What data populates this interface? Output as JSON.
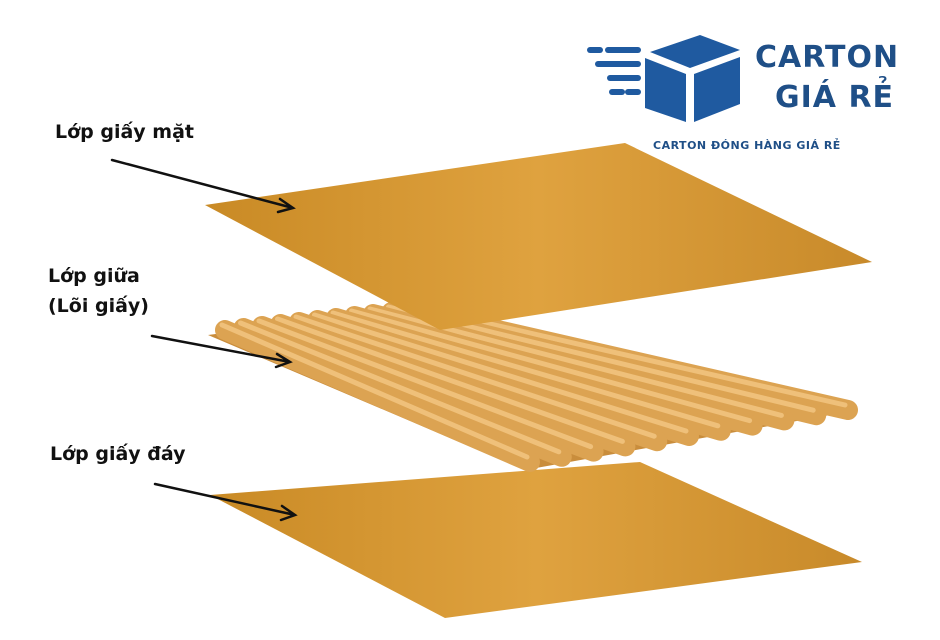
{
  "labels": {
    "top": "Lớp giấy mặt",
    "middle_line1": "Lớp giữa",
    "middle_line2": "(Lõi giấy)",
    "bottom": "Lớp giấy đáy"
  },
  "logo": {
    "name_line1": "CARTON",
    "name_line2": "GIÁ RẺ",
    "tagline": "CARTON ĐÓNG HÀNG GIÁ RẺ",
    "icon": "box-icon"
  },
  "colors": {
    "sheet": "#d79a35",
    "flute": "#dca352",
    "brand": "#1f5aa0",
    "brand_text": "#1f4f87"
  }
}
